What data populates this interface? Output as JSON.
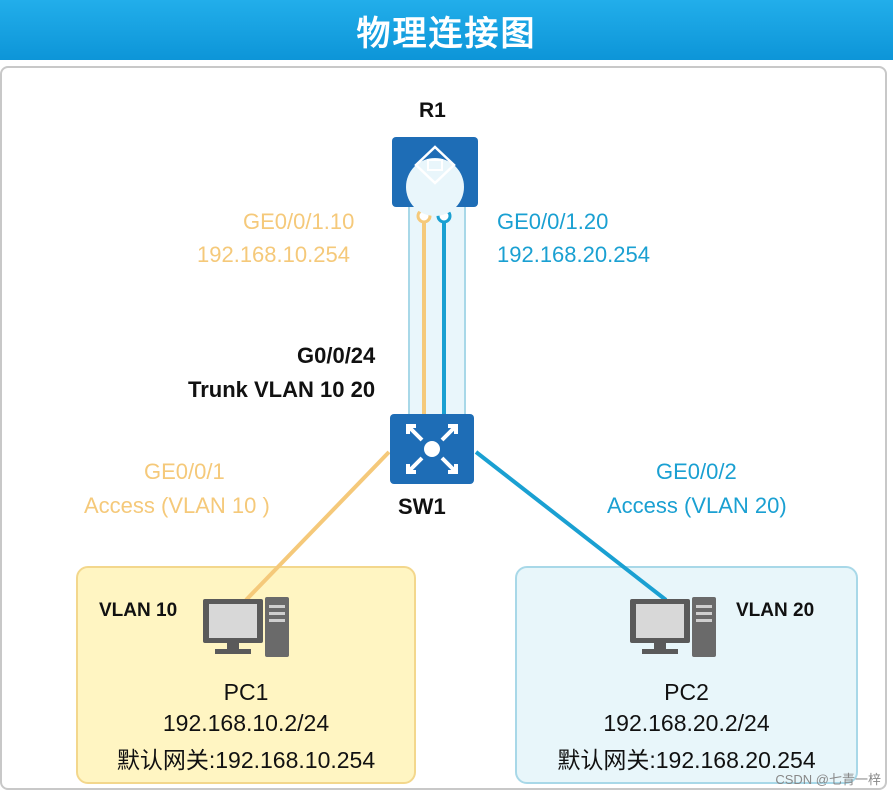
{
  "header": {
    "title": "物理连接图"
  },
  "router": {
    "name": "R1"
  },
  "switch": {
    "name": "SW1"
  },
  "subif1": {
    "name": "GE0/0/1.10",
    "ip": "192.168.10.254"
  },
  "subif2": {
    "name": "GE0/0/1.20",
    "ip": "192.168.20.254"
  },
  "trunk": {
    "port": "G0/0/24",
    "desc": "Trunk VLAN 10 20"
  },
  "port1": {
    "name": "GE0/0/1",
    "mode": "Access (VLAN 10 )"
  },
  "port2": {
    "name": "GE0/0/2",
    "mode": "Access (VLAN 20)"
  },
  "pc1": {
    "vlan": "VLAN 10",
    "name": "PC1",
    "ip": "192.168.10.2/24",
    "gateway": "默认网关:192.168.10.254"
  },
  "pc2": {
    "vlan": "VLAN 20",
    "name": "PC2",
    "ip": "192.168.20.2/24",
    "gateway": "默认网关:192.168.20.254"
  },
  "watermark": "CSDN @七青一梓",
  "colors": {
    "vlan10": "#f5c97a",
    "vlan20": "#1aa0d2",
    "device": "#1e6db6",
    "header": "#0d95d8"
  }
}
